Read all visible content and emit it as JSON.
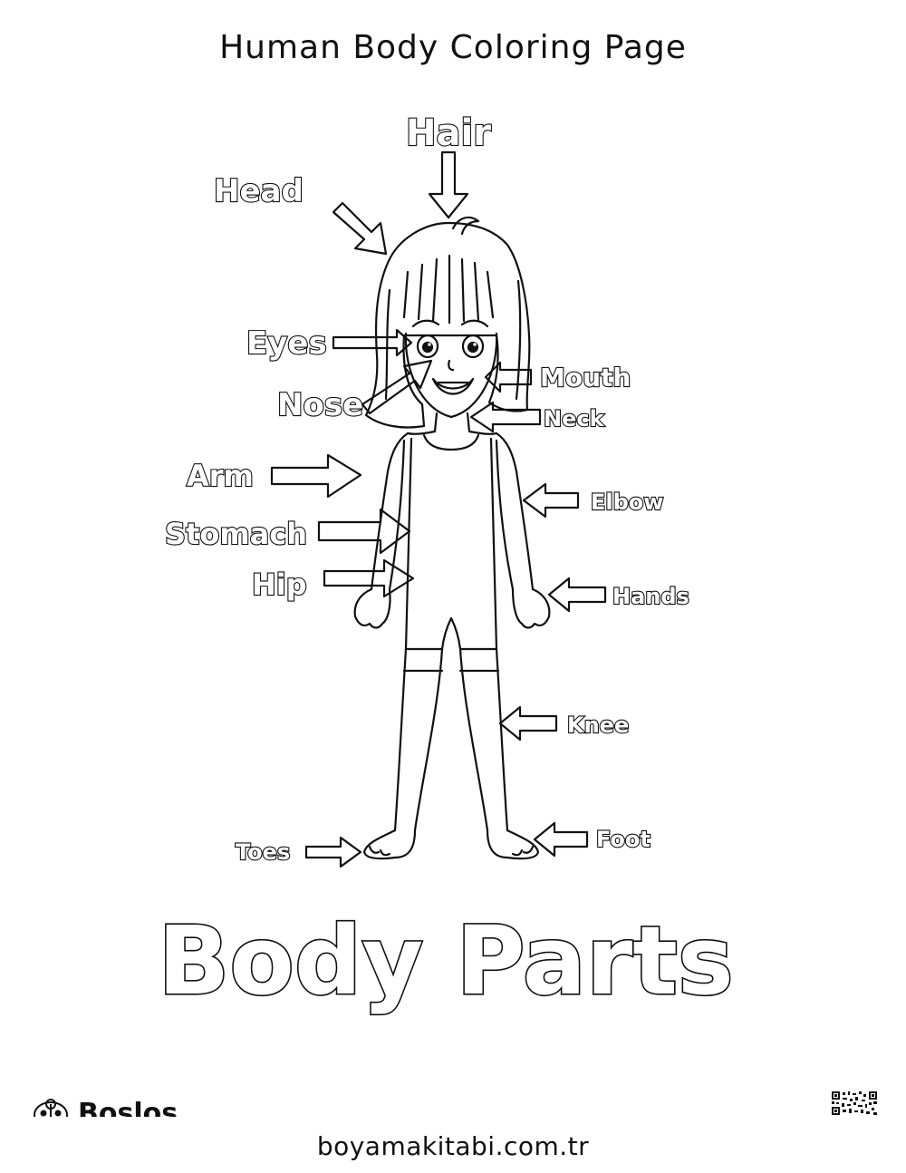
{
  "page": {
    "title": "Human Body Coloring Page",
    "big_title": "Body Parts",
    "brand_partial": "Boslos",
    "url": "boyamakitabi.com.tr"
  },
  "labels": {
    "hair": "Hair",
    "head": "Head",
    "eyes": "Eyes",
    "nose": "Nose",
    "mouth": "Mouth",
    "neck": "Neck",
    "arm": "Arm",
    "elbow": "Elbow",
    "stomach": "Stomach",
    "hip": "Hip",
    "hands": "Hands",
    "knee": "Knee",
    "toes": "Toes",
    "foot": "Foot"
  },
  "icons": {
    "brand": "ladybug-icon",
    "qr": "qr-code-icon"
  }
}
